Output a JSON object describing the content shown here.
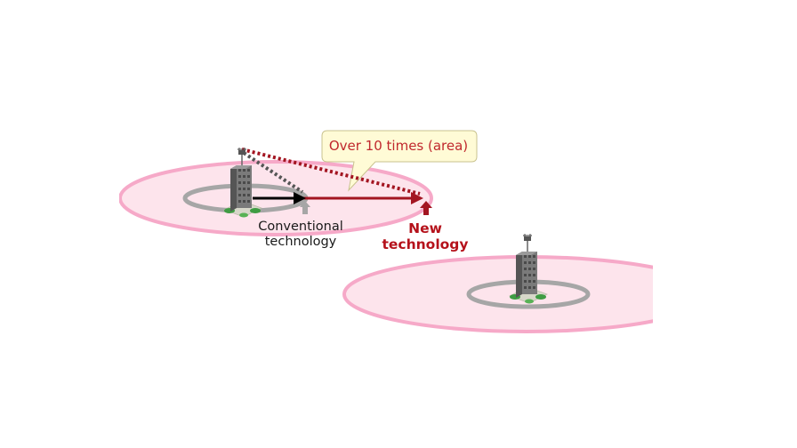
{
  "callout": {
    "text": "Over 10 times (area)"
  },
  "labels": {
    "conventional_line1": "Conventional",
    "conventional_line2": "technology",
    "new_line1": "New",
    "new_line2": "technology"
  },
  "colors": {
    "new_coverage_fill": "#fde4ec",
    "new_coverage_stroke": "#f6a9c8",
    "conventional_coverage": "#a6a6a6",
    "new_tech_arrow": "#a31521",
    "conventional_arrow": "#000000",
    "callout_fill": "#fffbd6",
    "callout_text": "#c0282d"
  },
  "icons": {
    "base_station": "base-station-building-icon"
  }
}
